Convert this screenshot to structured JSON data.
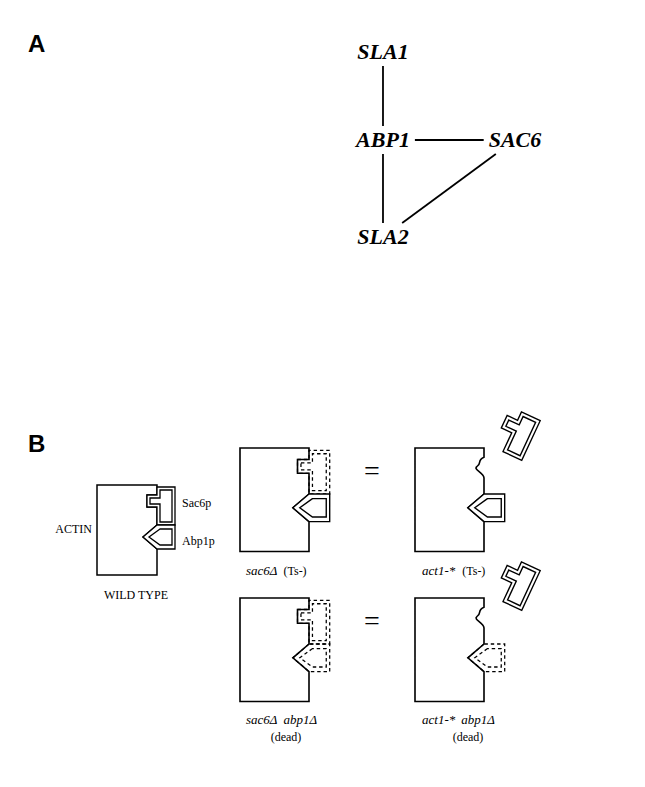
{
  "diagram": {
    "nodes": [
      {
        "text": [
          "SLA1"
        ]
      },
      {
        "text": [
          "ABP1"
        ]
      },
      {
        "text": [
          "SAC6"
        ]
      },
      {
        "text": [
          "SLA2"
        ]
      }
    ],
    "edges": [
      {
        "from": 0,
        "to": 1,
        "arrow": "none"
      },
      {
        "from": 1,
        "to": 2,
        "arrow": "none"
      },
      {
        "from": 1,
        "to": 3,
        "arrow": "none"
      },
      {
        "from": 3,
        "to": 2,
        "arrow": "none"
      }
    ],
    "labels": [
      "A",
      "B",
      "ACTIN",
      "Sac6p",
      "Abp1p",
      "WILD TYPE",
      "sac6Δ",
      "(Ts-)",
      "=",
      "act1-*",
      "(Ts-)",
      "sac6Δ",
      "abp1Δ",
      "(dead)",
      "=",
      "act1-*",
      "abp1Δ",
      "(dead)"
    ]
  }
}
